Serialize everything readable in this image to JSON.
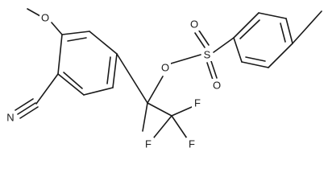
{
  "molecule": {
    "atoms": {
      "methoxy_o": "O",
      "nitrile_n": "N",
      "ester_o": "O",
      "sulfur": "S",
      "sulfonyl_o_top": "O",
      "sulfonyl_o_bottom": "O",
      "fluorine_right": "F",
      "fluorine_left": "F",
      "fluorine_bottom": "F"
    }
  }
}
